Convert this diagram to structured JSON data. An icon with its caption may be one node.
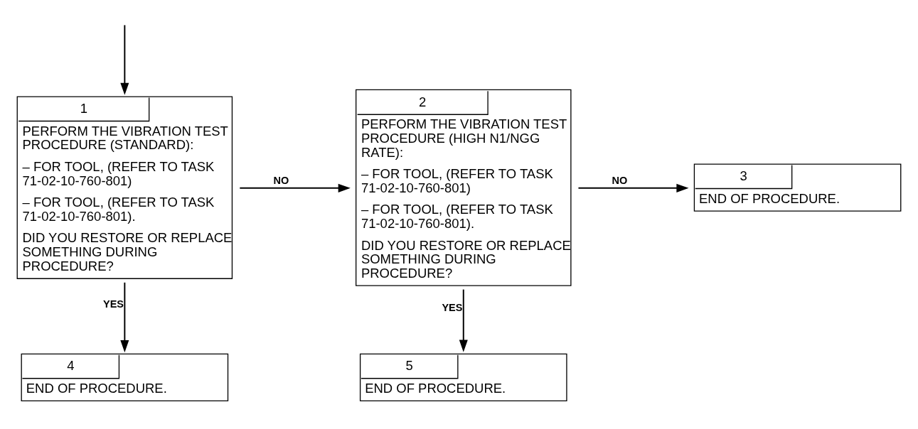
{
  "diagram": {
    "nodes": [
      {
        "text": [
          "1",
          "PERFORM THE VIBRATION TEST PROCEDURE (STANDARD):",
          "– FOR TOOL, (REFER TO TASK 71-02-10-760-801)",
          "– FOR TOOL, (REFER TO TASK 71-02-10-760-801).",
          "DID YOU RESTORE OR REPLACE SOMETHING DURING PROCEDURE?"
        ]
      },
      {
        "text": [
          "2",
          "PERFORM THE VIBRATION TEST PROCEDURE (HIGH N1/NGG RATE):",
          "– FOR TOOL, (REFER TO TASK 71-02-10-760-801)",
          "– FOR TOOL, (REFER TO TASK 71-02-10-760-801).",
          "DID YOU RESTORE OR REPLACE SOMETHING DURING PROCEDURE?"
        ]
      },
      {
        "text": [
          "3",
          "END OF PROCEDURE."
        ]
      },
      {
        "text": [
          "4",
          "END OF PROCEDURE."
        ]
      },
      {
        "text": [
          "5",
          "END OF PROCEDURE."
        ]
      }
    ],
    "edges": [
      {
        "from": null,
        "to": 0,
        "arrow": "to"
      },
      {
        "from": 0,
        "to": 1,
        "arrow": "to",
        "label": "NO"
      },
      {
        "from": 1,
        "to": 2,
        "arrow": "to",
        "label": "NO"
      },
      {
        "from": 0,
        "to": 3,
        "arrow": "to",
        "label": "YES"
      },
      {
        "from": 1,
        "to": 4,
        "arrow": "to",
        "label": "YES"
      }
    ]
  }
}
